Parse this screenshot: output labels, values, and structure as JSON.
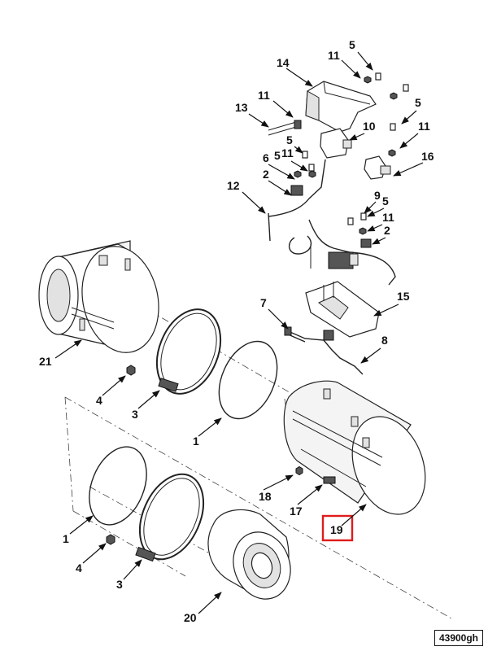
{
  "figure_id": "43900gh",
  "highlighted_callout": "19",
  "highlight_color": "#e01b1b",
  "callouts": [
    "1",
    "2",
    "3",
    "4",
    "5",
    "6",
    "7",
    "8",
    "9",
    "10",
    "11",
    "12",
    "13",
    "14",
    "15",
    "16",
    "17",
    "18",
    "19",
    "20",
    "21"
  ]
}
